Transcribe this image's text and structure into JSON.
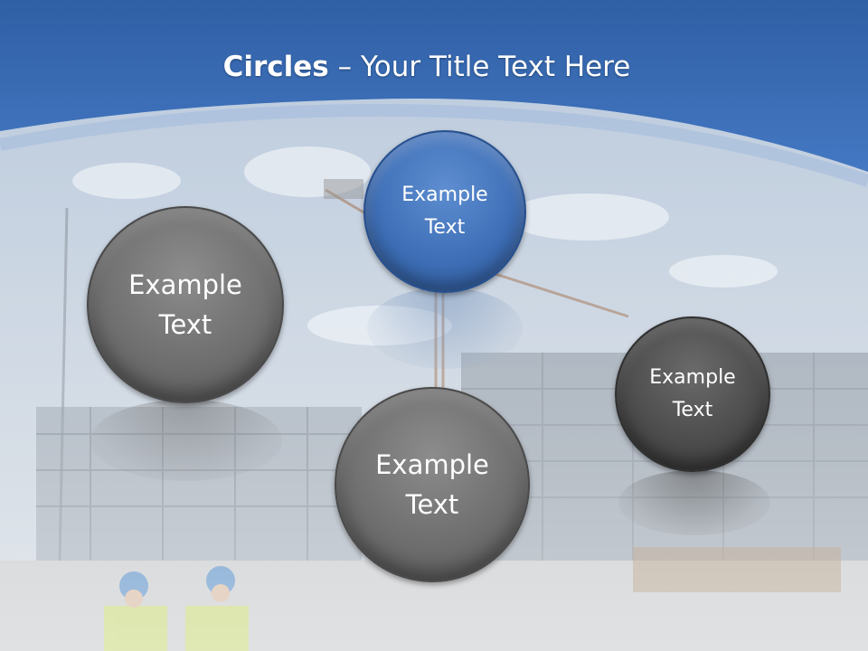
{
  "slide": {
    "title_bold": "Circles",
    "title_rest": " – Your Title Text Here"
  },
  "circles": [
    {
      "id": "top",
      "label_line1": "Example",
      "label_line2": "Text",
      "style": "blue"
    },
    {
      "id": "left",
      "label_line1": "Example",
      "label_line2": "Text",
      "style": "gray"
    },
    {
      "id": "bottom",
      "label_line1": "Example",
      "label_line2": "Text",
      "style": "gray"
    },
    {
      "id": "right",
      "label_line1": "Example",
      "label_line2": "Text",
      "style": "dark"
    }
  ],
  "colors": {
    "header_blue": "#3a6db5",
    "circle_blue": "#3f6fb7",
    "circle_gray": "#6f6f6f",
    "circle_dark": "#4d4d4d"
  }
}
